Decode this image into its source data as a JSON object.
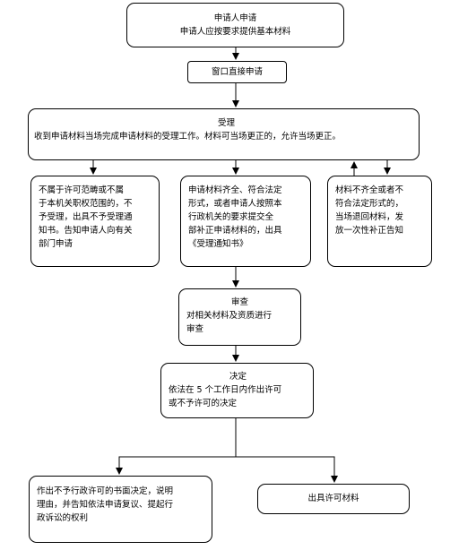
{
  "nodes": {
    "apply": {
      "title": "申请人申请",
      "text": "申请人应按要求提供基本材料"
    },
    "window": {
      "title": "窗口直接申请"
    },
    "accept": {
      "title": "受理",
      "text": "收到申请材料当场完成申请材料的受理工作。材料可当场更正的，允许当场更正。"
    },
    "reject": {
      "lines": [
        "不属于许可范畴或不属",
        "于本机关职权范围的，不",
        "予受理，出具不予受理通",
        "知书。告知申请人向有关",
        "部门申请"
      ]
    },
    "complete": {
      "lines": [
        "申请材料齐全、符合法定",
        "形式，或者申请人按照本",
        "行政机关的要求提交全",
        "部补正申请材料的，出具",
        "《受理通知书》"
      ]
    },
    "incomplete": {
      "lines": [
        "材料不齐全或者不",
        "符合法定形式的，",
        "当场退回材料，发",
        "放一次性补正告知"
      ]
    },
    "review": {
      "title": "审查",
      "lines": [
        "对相关材料及资质进行",
        "审查"
      ]
    },
    "decide": {
      "title": "决定",
      "lines": [
        "依法在 5 个工作日内作出许可",
        "或不予许可的决定"
      ]
    },
    "deny": {
      "lines": [
        "作出不予行政许可的书面决定，说明",
        "理由，并告知依法申请复议、提起行",
        "政诉讼的权利"
      ]
    },
    "issue": {
      "title": "出具许可材料"
    }
  }
}
